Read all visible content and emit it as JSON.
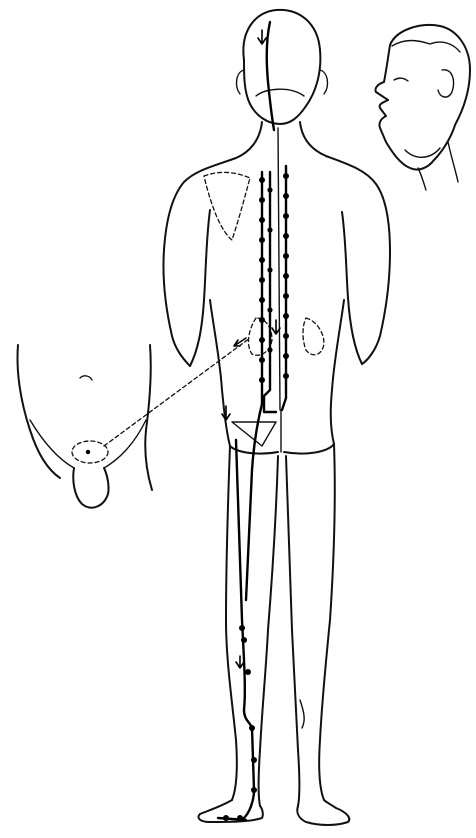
{
  "figure": {
    "ink_color": "#111111",
    "background": "#ffffff",
    "meridian_color": "#000000",
    "views": [
      "back-view-body",
      "side-profile-head",
      "lower-abdomen-inset"
    ]
  }
}
